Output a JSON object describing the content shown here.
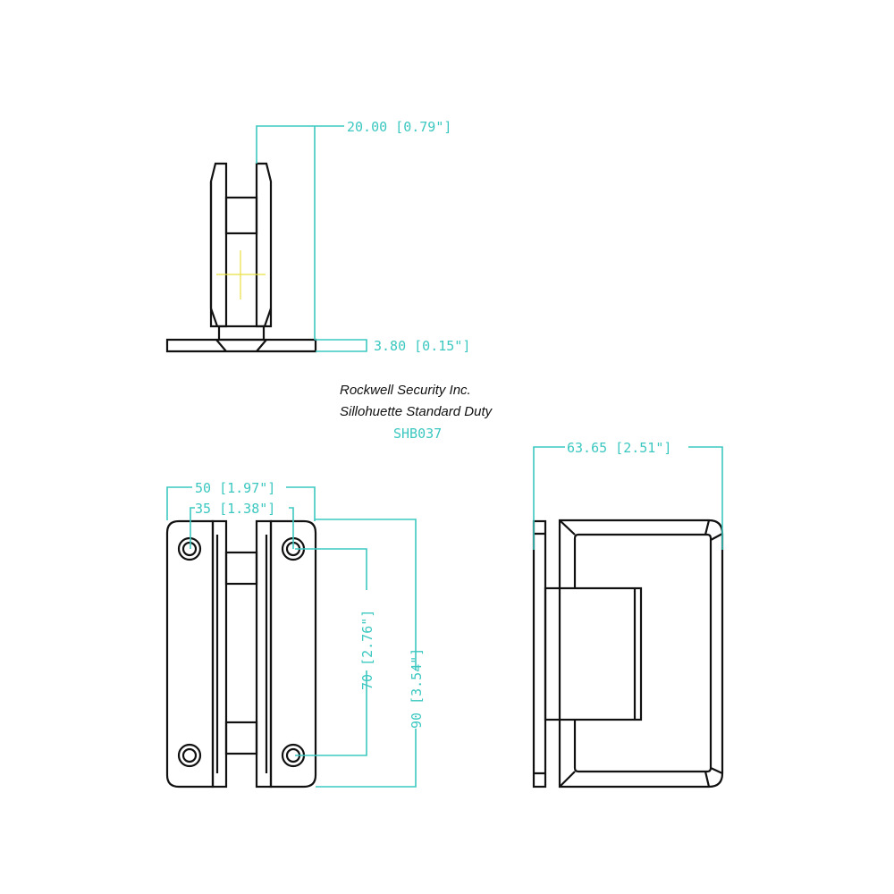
{
  "title": {
    "company": "Rockwell Security Inc.",
    "product": "Sillohuette Standard Duty",
    "part_number": "SHB037"
  },
  "dimensions": {
    "top_depth": "20.00 [0.79\"]",
    "base_thickness": "3.80 [0.15\"]",
    "overall_width": "50 [1.97\"]",
    "hole_spacing_width": "35 [1.38\"]",
    "hole_spacing_height": "70 [2.76\"]",
    "overall_height": "90 [3.54\"]",
    "side_width": "63.65 [2.51\"]"
  },
  "colors": {
    "outline": "#111111",
    "dimension": "#3cc8c0",
    "centerline": "#e8e040"
  }
}
